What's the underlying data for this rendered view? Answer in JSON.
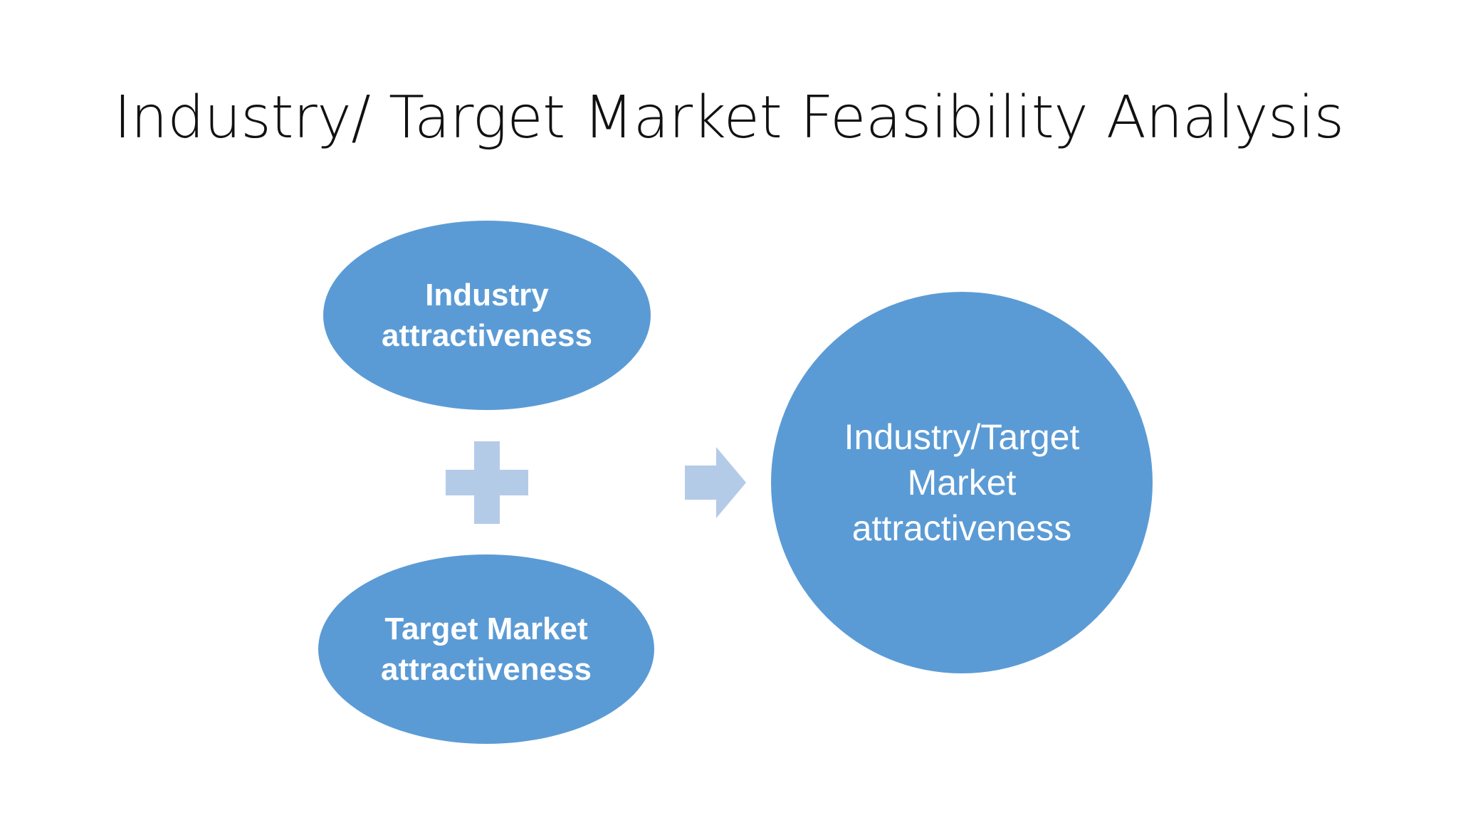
{
  "slide": {
    "title": "Industry/ Target Market Feasibility Analysis"
  },
  "diagram": {
    "input_top": "Industry\nattractiveness",
    "input_bottom": "Target Market\nattractiveness",
    "result": "Industry/Target\nMarket\nattractiveness",
    "colors": {
      "shape_fill": "#5b9bd5",
      "connector_fill": "#b4cbe8",
      "text": "#ffffff"
    },
    "icons": [
      "plus-icon",
      "arrow-right-icon"
    ]
  }
}
